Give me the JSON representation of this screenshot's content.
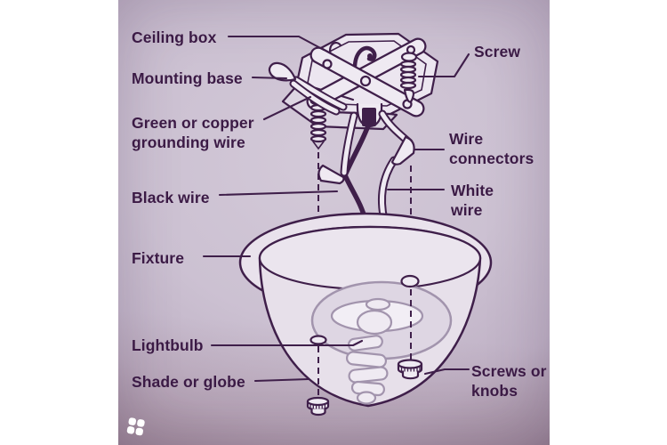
{
  "diagram": {
    "subject": "ceiling-light-fixture-installation",
    "labels": {
      "ceiling_box": "Ceiling box",
      "mounting_base": "Mounting base",
      "grounding_wire": "Green or copper grounding wire",
      "black_wire": "Black wire",
      "fixture": "Fixture",
      "lightbulb": "Lightbulb",
      "shade_or_globe": "Shade or globe",
      "screw": "Screw",
      "wire_connectors": "Wire connectors",
      "white_wire": "White wire",
      "screws_or_knobs": "Screws or knobs"
    },
    "colors": {
      "page_margin": "#ffffff",
      "panel_background": "#cbc0d0",
      "ink": "#3f1f4a",
      "fill_light": "#efeaf2",
      "fill_mid": "#e7e0ea",
      "line_mid": "#a294ad",
      "watermark": "#ffffff"
    },
    "watermark_icon": "pinwheel-flower-logo-icon"
  }
}
